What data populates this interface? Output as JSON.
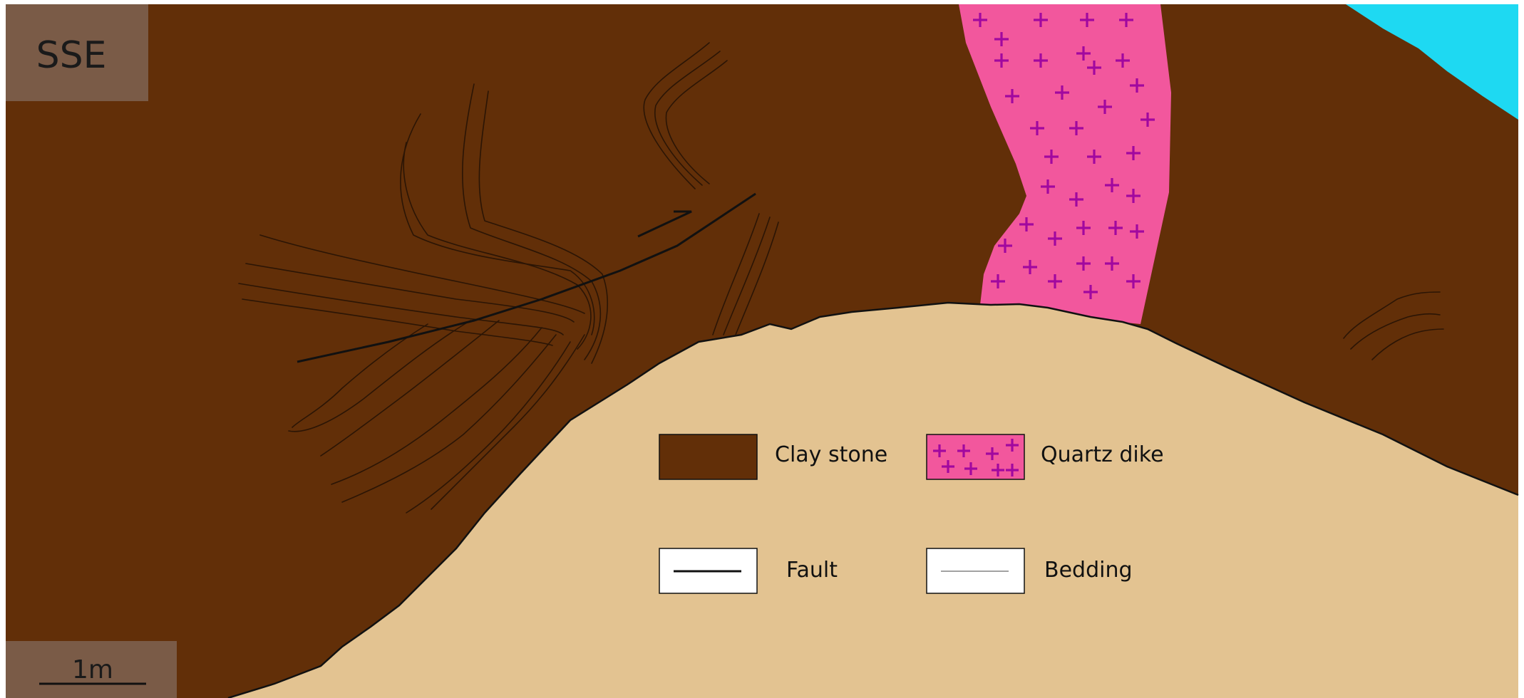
{
  "orientation_label": "SSE",
  "scale_bar_label": "1m",
  "legend": {
    "clay_stone": "Clay stone",
    "quartz_dike": "Quartz dike",
    "fault": "Fault",
    "bedding": "Bedding"
  },
  "colors": {
    "clay_stone": "#622f08",
    "quartz_dike": "#f2579d",
    "quartz_cross": "#a1089f",
    "ground": "#e3c391",
    "water": "#1ed9f2",
    "label_box": "#7a5b47",
    "line": "#1a1a1a"
  }
}
